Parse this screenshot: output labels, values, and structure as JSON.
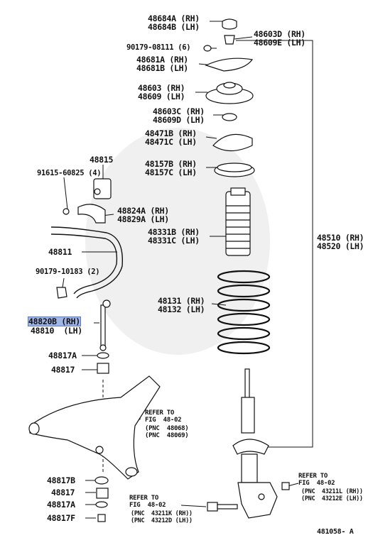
{
  "labels": {
    "p48684": [
      "48684A (RH)",
      "48684B (LH)"
    ],
    "p90179a": "90179-08111 (6)",
    "p48603d": [
      "48603D (RH)",
      "48609E (LH)"
    ],
    "p48681": [
      "48681A (RH)",
      "48681B (LH)"
    ],
    "p48603": [
      "48603 (RH)",
      "48609 (LH)"
    ],
    "p48603c": [
      "48603C (RH)",
      "48609D (LH)"
    ],
    "p48471": [
      "48471B (RH)",
      "48471C (LH)"
    ],
    "p48815": "48815",
    "p91615": "91615-60825 (4)",
    "p48157": [
      "48157B (RH)",
      "48157C (LH)"
    ],
    "p48824": [
      "48824A (RH)",
      "48829A (LH)"
    ],
    "p48331": [
      "48331B (RH)",
      "48331C (LH)"
    ],
    "p48510": [
      "48510 (RH)",
      "48520 (LH)"
    ],
    "p48811": "48811",
    "p90179b": "90179-10183 (2)",
    "p48131": [
      "48131 (RH)",
      "48132 (LH)"
    ],
    "p48820": [
      "48820B (RH)",
      "48810  (LH)"
    ],
    "p48817a1": "48817A",
    "p48817": "48817",
    "ref1": [
      "REFER TO",
      "FIG  48-02",
      "(PNC  48068)",
      "(PNC  48069)"
    ],
    "p48817b": "48817B",
    "p48817_2": "48817",
    "p48817a2": "48817A",
    "p48817f": "48817F",
    "ref2": [
      "REFER TO",
      "FIG  48-02",
      "(PNC  43211K (RH))",
      "(PNC  43212D (LH))"
    ],
    "ref3": [
      "REFER TO",
      "FIG  48-02",
      "(PNC  43211L (RH))",
      "(PNC  43212E (LH))"
    ],
    "figno": "481058- A"
  },
  "highlight_color": "#9fb6e6"
}
